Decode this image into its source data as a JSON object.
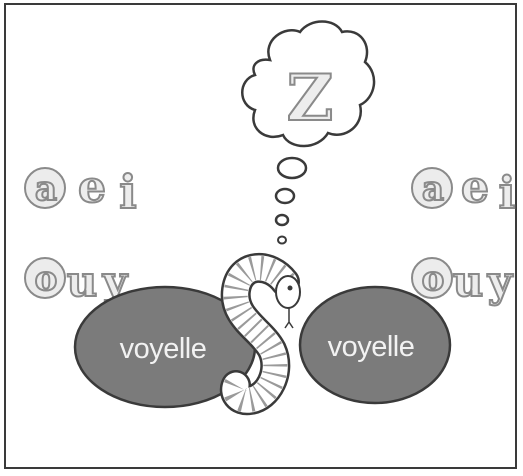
{
  "ovals": [
    {
      "label": "voyelle"
    },
    {
      "label": "voyelle"
    }
  ],
  "thought": {
    "letter": "Z"
  },
  "vowels": {
    "left_top": [
      "a",
      "e",
      "i"
    ],
    "left_bottom": [
      "o",
      "u",
      "y"
    ],
    "right_top": [
      "a",
      "e",
      "i"
    ],
    "right_bottom": [
      "o",
      "u",
      "y"
    ]
  },
  "snake": {
    "letter": "S"
  },
  "colors": {
    "oval_fill": "#7b7b7b",
    "oval_text": "#f2f2f2",
    "line": "#3a3a3a"
  }
}
